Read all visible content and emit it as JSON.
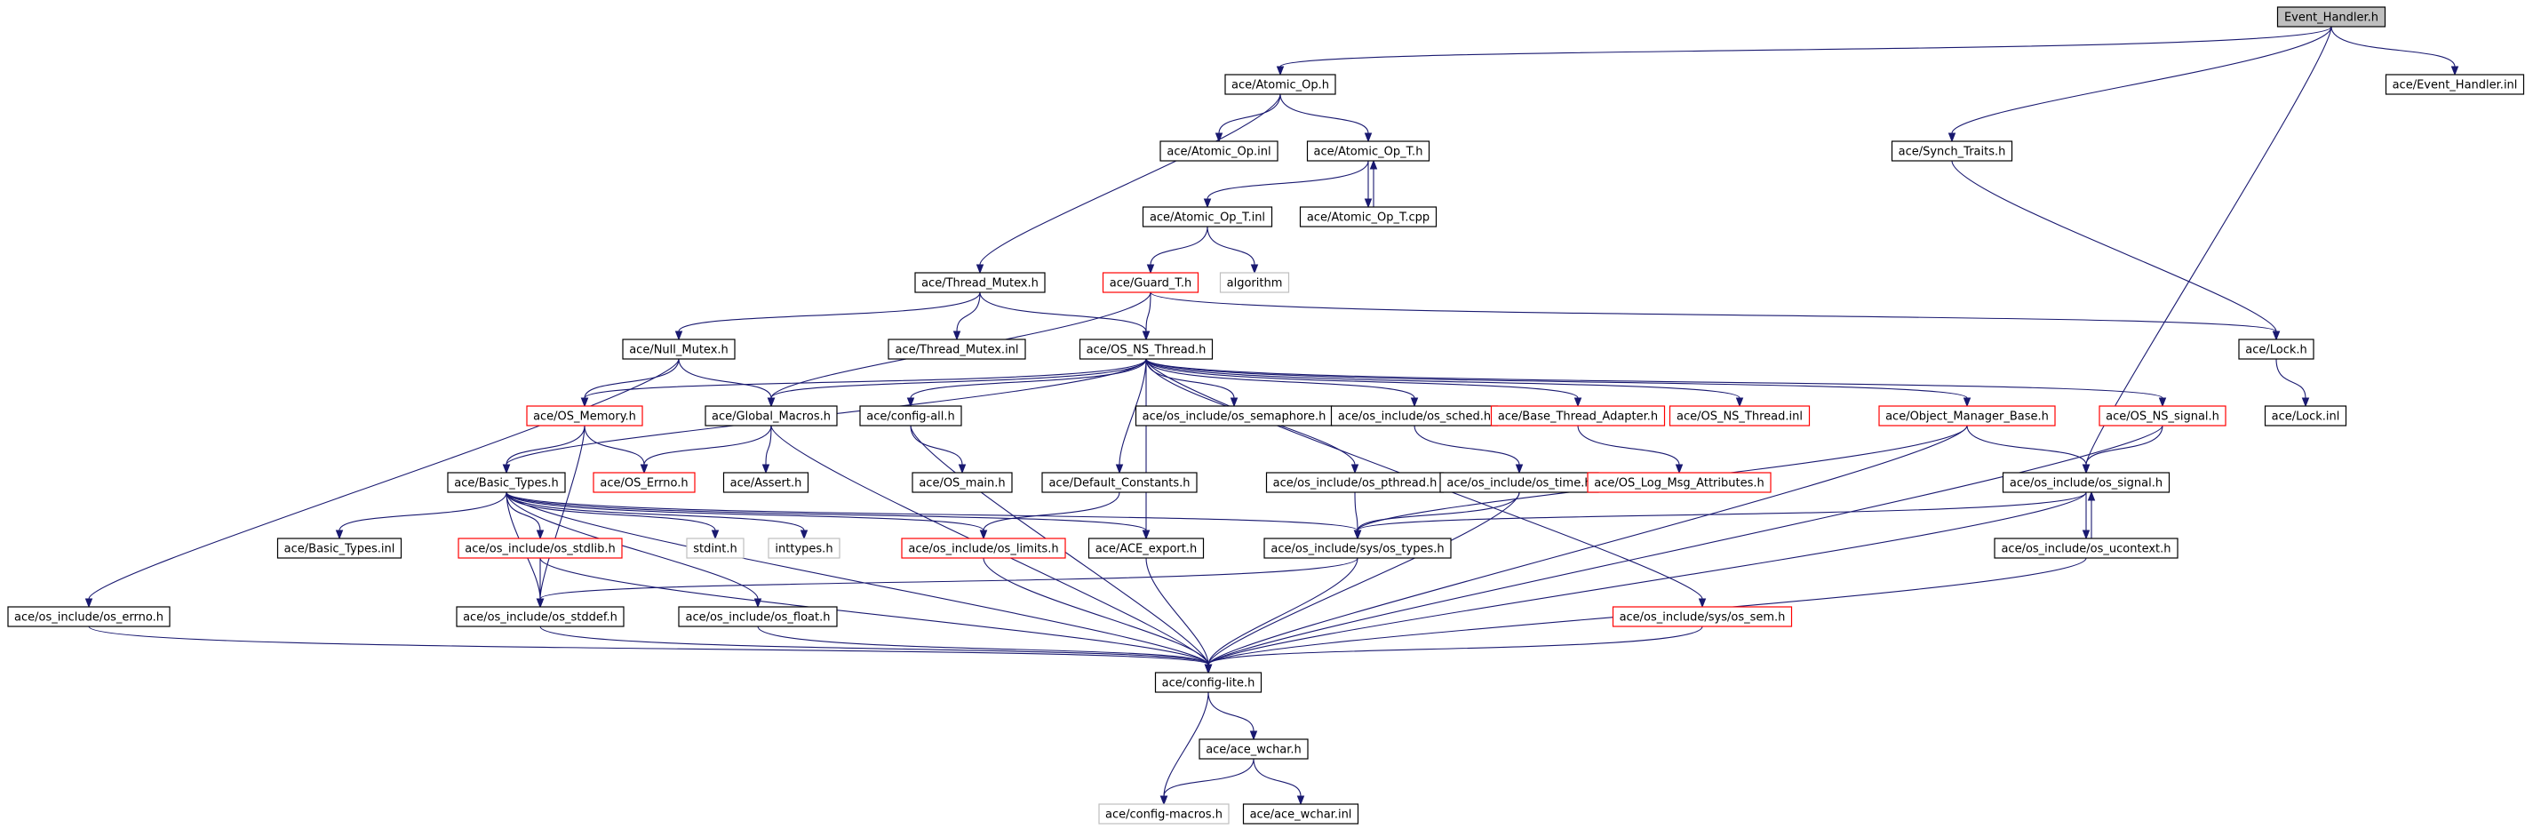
{
  "graph": {
    "nodes": [
      {
        "id": "event_handler_h",
        "label": "Event_Handler.h",
        "style": "root"
      },
      {
        "id": "atomic_op_h",
        "label": "ace/Atomic_Op.h",
        "style": "normal"
      },
      {
        "id": "event_handler_inl",
        "label": "ace/Event_Handler.inl",
        "style": "normal"
      },
      {
        "id": "atomic_op_inl",
        "label": "ace/Atomic_Op.inl",
        "style": "normal"
      },
      {
        "id": "atomic_op_t_h",
        "label": "ace/Atomic_Op_T.h",
        "style": "normal"
      },
      {
        "id": "synch_traits_h",
        "label": "ace/Synch_Traits.h",
        "style": "normal"
      },
      {
        "id": "atomic_op_t_inl",
        "label": "ace/Atomic_Op_T.inl",
        "style": "normal"
      },
      {
        "id": "atomic_op_t_cpp",
        "label": "ace/Atomic_Op_T.cpp",
        "style": "normal"
      },
      {
        "id": "thread_mutex_h",
        "label": "ace/Thread_Mutex.h",
        "style": "normal"
      },
      {
        "id": "guard_t_h",
        "label": "ace/Guard_T.h",
        "style": "red"
      },
      {
        "id": "algorithm",
        "label": "algorithm",
        "style": "gray"
      },
      {
        "id": "null_mutex_h",
        "label": "ace/Null_Mutex.h",
        "style": "normal"
      },
      {
        "id": "thread_mutex_inl",
        "label": "ace/Thread_Mutex.inl",
        "style": "normal"
      },
      {
        "id": "os_ns_thread_h",
        "label": "ace/OS_NS_Thread.h",
        "style": "normal"
      },
      {
        "id": "lock_h",
        "label": "ace/Lock.h",
        "style": "normal"
      },
      {
        "id": "os_memory_h",
        "label": "ace/OS_Memory.h",
        "style": "red"
      },
      {
        "id": "global_macros_h",
        "label": "ace/Global_Macros.h",
        "style": "normal"
      },
      {
        "id": "config_all_h",
        "label": "ace/config-all.h",
        "style": "normal"
      },
      {
        "id": "os_semaphore_h",
        "label": "ace/os_include/os_semaphore.h",
        "style": "normal"
      },
      {
        "id": "os_sched_h",
        "label": "ace/os_include/os_sched.h",
        "style": "normal"
      },
      {
        "id": "base_thread_adapter_h",
        "label": "ace/Base_Thread_Adapter.h",
        "style": "red"
      },
      {
        "id": "os_ns_thread_inl",
        "label": "ace/OS_NS_Thread.inl",
        "style": "red"
      },
      {
        "id": "object_manager_base_h",
        "label": "ace/Object_Manager_Base.h",
        "style": "red"
      },
      {
        "id": "os_ns_signal_h",
        "label": "ace/OS_NS_signal.h",
        "style": "red"
      },
      {
        "id": "lock_inl",
        "label": "ace/Lock.inl",
        "style": "normal"
      },
      {
        "id": "basic_types_h",
        "label": "ace/Basic_Types.h",
        "style": "normal"
      },
      {
        "id": "os_errno_h",
        "label": "ace/OS_Errno.h",
        "style": "red"
      },
      {
        "id": "assert_h",
        "label": "ace/Assert.h",
        "style": "normal"
      },
      {
        "id": "os_main_h",
        "label": "ace/OS_main.h",
        "style": "normal"
      },
      {
        "id": "default_constants_h",
        "label": "ace/Default_Constants.h",
        "style": "normal"
      },
      {
        "id": "os_pthread_h",
        "label": "ace/os_include/os_pthread.h",
        "style": "normal"
      },
      {
        "id": "os_time_h",
        "label": "ace/os_include/os_time.h",
        "style": "normal"
      },
      {
        "id": "os_log_msg_attributes_h",
        "label": "ace/OS_Log_Msg_Attributes.h",
        "style": "red"
      },
      {
        "id": "os_signal_h",
        "label": "ace/os_include/os_signal.h",
        "style": "normal"
      },
      {
        "id": "basic_types_inl",
        "label": "ace/Basic_Types.inl",
        "style": "normal"
      },
      {
        "id": "os_stdlib_h",
        "label": "ace/os_include/os_stdlib.h",
        "style": "red"
      },
      {
        "id": "stdint_h",
        "label": "stdint.h",
        "style": "gray"
      },
      {
        "id": "inttypes_h",
        "label": "inttypes.h",
        "style": "gray"
      },
      {
        "id": "os_limits_h",
        "label": "ace/os_include/os_limits.h",
        "style": "red"
      },
      {
        "id": "ace_export_h",
        "label": "ace/ACE_export.h",
        "style": "normal"
      },
      {
        "id": "sys_os_types_h",
        "label": "ace/os_include/sys/os_types.h",
        "style": "normal"
      },
      {
        "id": "os_ucontext_h",
        "label": "ace/os_include/os_ucontext.h",
        "style": "normal"
      },
      {
        "id": "os_errno_inc_h",
        "label": "ace/os_include/os_errno.h",
        "style": "normal"
      },
      {
        "id": "os_stddef_h",
        "label": "ace/os_include/os_stddef.h",
        "style": "normal"
      },
      {
        "id": "os_float_h",
        "label": "ace/os_include/os_float.h",
        "style": "normal"
      },
      {
        "id": "sys_os_sem_h",
        "label": "ace/os_include/sys/os_sem.h",
        "style": "red"
      },
      {
        "id": "config_lite_h",
        "label": "ace/config-lite.h",
        "style": "normal"
      },
      {
        "id": "ace_wchar_h",
        "label": "ace/ace_wchar.h",
        "style": "normal"
      },
      {
        "id": "config_macros_h",
        "label": "ace/config-macros.h",
        "style": "gray"
      },
      {
        "id": "ace_wchar_inl",
        "label": "ace/ace_wchar.inl",
        "style": "normal"
      }
    ],
    "edges": [
      [
        "event_handler_h",
        "atomic_op_h"
      ],
      [
        "event_handler_h",
        "event_handler_inl"
      ],
      [
        "event_handler_h",
        "synch_traits_h"
      ],
      [
        "event_handler_h",
        "os_signal_h"
      ],
      [
        "atomic_op_h",
        "atomic_op_inl"
      ],
      [
        "atomic_op_h",
        "atomic_op_t_h"
      ],
      [
        "atomic_op_h",
        "thread_mutex_h"
      ],
      [
        "atomic_op_t_h",
        "atomic_op_t_inl"
      ],
      [
        "atomic_op_t_h",
        "atomic_op_t_cpp"
      ],
      [
        "atomic_op_t_cpp",
        "atomic_op_t_h"
      ],
      [
        "synch_traits_h",
        "lock_h"
      ],
      [
        "atomic_op_t_inl",
        "guard_t_h"
      ],
      [
        "atomic_op_t_inl",
        "algorithm"
      ],
      [
        "thread_mutex_h",
        "null_mutex_h"
      ],
      [
        "thread_mutex_h",
        "thread_mutex_inl"
      ],
      [
        "thread_mutex_h",
        "os_ns_thread_h"
      ],
      [
        "guard_t_h",
        "os_ns_thread_h"
      ],
      [
        "guard_t_h",
        "global_macros_h"
      ],
      [
        "guard_t_h",
        "lock_h"
      ],
      [
        "null_mutex_h",
        "os_memory_h"
      ],
      [
        "null_mutex_h",
        "global_macros_h"
      ],
      [
        "null_mutex_h",
        "os_errno_inc_h"
      ],
      [
        "lock_h",
        "lock_inl"
      ],
      [
        "os_ns_thread_h",
        "os_memory_h"
      ],
      [
        "os_ns_thread_h",
        "global_macros_h"
      ],
      [
        "os_ns_thread_h",
        "config_all_h"
      ],
      [
        "os_ns_thread_h",
        "basic_types_h"
      ],
      [
        "os_ns_thread_h",
        "os_semaphore_h"
      ],
      [
        "os_ns_thread_h",
        "os_sched_h"
      ],
      [
        "os_ns_thread_h",
        "base_thread_adapter_h"
      ],
      [
        "os_ns_thread_h",
        "os_ns_thread_inl"
      ],
      [
        "os_ns_thread_h",
        "object_manager_base_h"
      ],
      [
        "os_ns_thread_h",
        "os_ns_signal_h"
      ],
      [
        "os_ns_thread_h",
        "default_constants_h"
      ],
      [
        "os_ns_thread_h",
        "os_pthread_h"
      ],
      [
        "os_ns_thread_h",
        "ace_export_h"
      ],
      [
        "os_ns_thread_h",
        "sys_os_sem_h"
      ],
      [
        "os_memory_h",
        "basic_types_h"
      ],
      [
        "os_memory_h",
        "os_errno_h"
      ],
      [
        "os_memory_h",
        "os_stddef_h"
      ],
      [
        "global_macros_h",
        "os_errno_h"
      ],
      [
        "global_macros_h",
        "assert_h"
      ],
      [
        "global_macros_h",
        "config_lite_h"
      ],
      [
        "config_all_h",
        "os_main_h"
      ],
      [
        "config_all_h",
        "config_lite_h"
      ],
      [
        "os_sched_h",
        "os_time_h"
      ],
      [
        "base_thread_adapter_h",
        "os_log_msg_attributes_h"
      ],
      [
        "object_manager_base_h",
        "os_signal_h"
      ],
      [
        "object_manager_base_h",
        "sys_os_types_h"
      ],
      [
        "object_manager_base_h",
        "config_lite_h"
      ],
      [
        "os_ns_signal_h",
        "os_signal_h"
      ],
      [
        "os_ns_signal_h",
        "config_lite_h"
      ],
      [
        "basic_types_h",
        "basic_types_inl"
      ],
      [
        "basic_types_h",
        "os_stdlib_h"
      ],
      [
        "basic_types_h",
        "stdint_h"
      ],
      [
        "basic_types_h",
        "inttypes_h"
      ],
      [
        "basic_types_h",
        "os_limits_h"
      ],
      [
        "basic_types_h",
        "ace_export_h"
      ],
      [
        "basic_types_h",
        "sys_os_types_h"
      ],
      [
        "basic_types_h",
        "os_stddef_h"
      ],
      [
        "basic_types_h",
        "os_float_h"
      ],
      [
        "basic_types_h",
        "config_lite_h"
      ],
      [
        "default_constants_h",
        "os_limits_h"
      ],
      [
        "os_pthread_h",
        "sys_os_types_h"
      ],
      [
        "os_time_h",
        "sys_os_types_h"
      ],
      [
        "os_time_h",
        "config_lite_h"
      ],
      [
        "os_signal_h",
        "sys_os_types_h"
      ],
      [
        "os_signal_h",
        "os_ucontext_h"
      ],
      [
        "os_signal_h",
        "config_lite_h"
      ],
      [
        "os_ucontext_h",
        "os_signal_h"
      ],
      [
        "os_ucontext_h",
        "config_lite_h"
      ],
      [
        "os_stdlib_h",
        "os_stddef_h"
      ],
      [
        "os_stdlib_h",
        "config_lite_h"
      ],
      [
        "os_limits_h",
        "config_lite_h"
      ],
      [
        "ace_export_h",
        "config_lite_h"
      ],
      [
        "sys_os_types_h",
        "os_stddef_h"
      ],
      [
        "sys_os_types_h",
        "config_lite_h"
      ],
      [
        "os_errno_inc_h",
        "config_lite_h"
      ],
      [
        "os_stddef_h",
        "config_lite_h"
      ],
      [
        "os_float_h",
        "config_lite_h"
      ],
      [
        "sys_os_sem_h",
        "config_lite_h"
      ],
      [
        "config_lite_h",
        "ace_wchar_h"
      ],
      [
        "config_lite_h",
        "config_macros_h"
      ],
      [
        "ace_wchar_h",
        "config_macros_h"
      ],
      [
        "ace_wchar_h",
        "ace_wchar_inl"
      ]
    ]
  }
}
